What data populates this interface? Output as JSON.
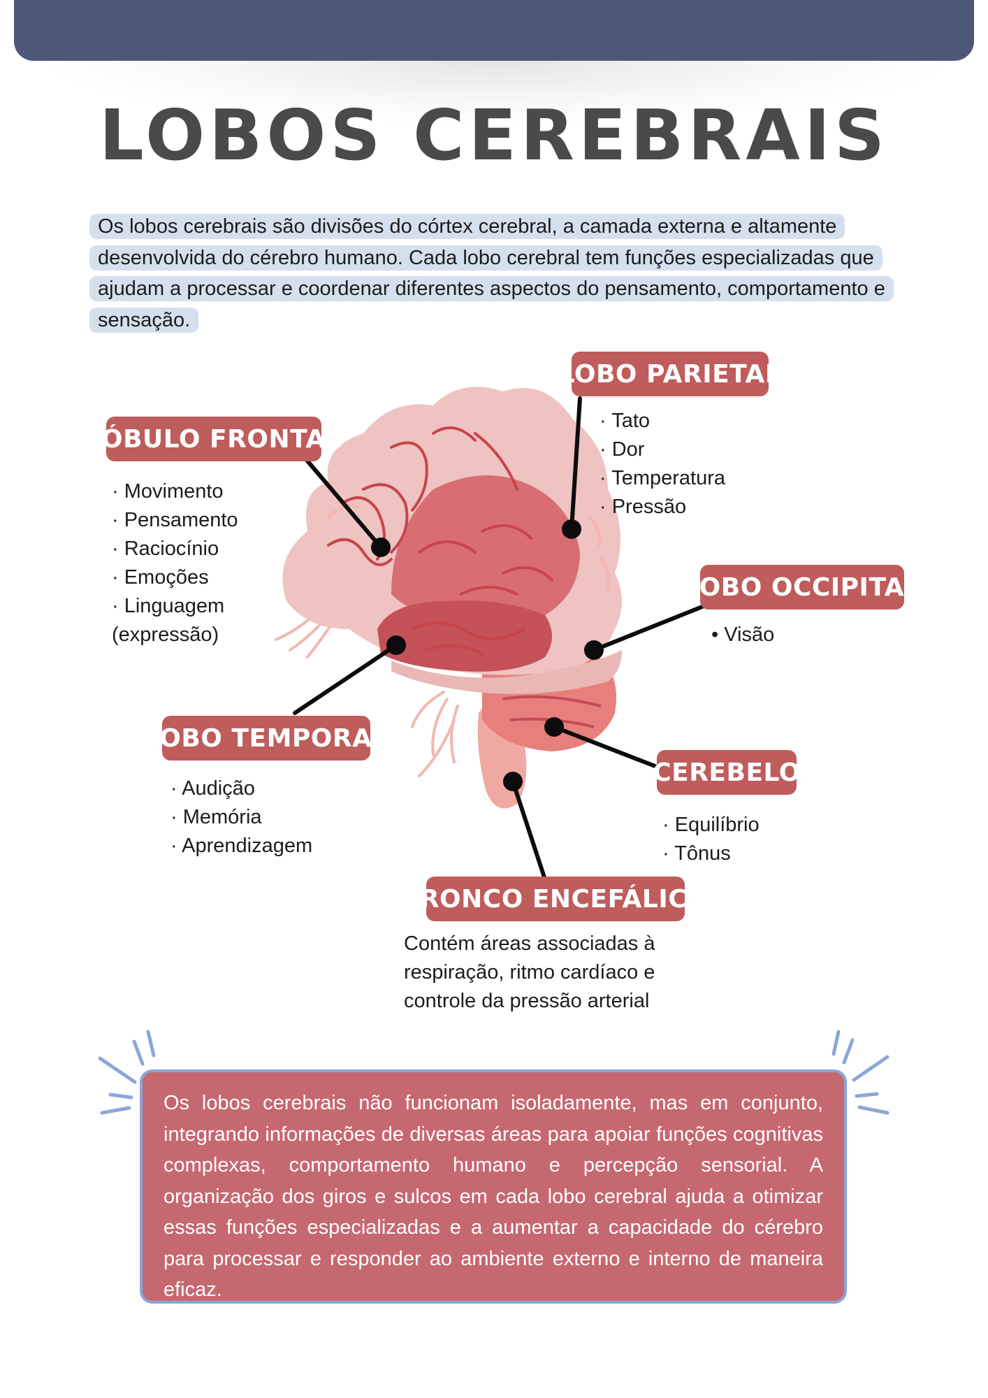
{
  "title": "LOBOS CEREBRAIS",
  "intro": "Os lobos cerebrais são divisões do córtex cerebral, a camada externa e altamente desenvolvida do cérebro humano. Cada lobo cerebral tem funções especializadas que ajudam a processar e coordenar diferentes aspectos do pensamento, comportamento e sensação.",
  "lobes": {
    "frontal": {
      "label": "LÓBULO FRONTAL",
      "items": [
        "Movimento",
        "Pensamento",
        "Raciocínio",
        "Emoções",
        "Linguagem (expressão)"
      ]
    },
    "parietal": {
      "label": "LOBO PARIETAL",
      "items": [
        "Tato",
        "Dor",
        "Temperatura",
        "Pressão"
      ]
    },
    "occipital": {
      "label": "LOBO OCCIPITAL",
      "items": [
        "Visão"
      ]
    },
    "temporal": {
      "label": "LOBO TEMPORAL",
      "items": [
        "Audição",
        "Memória",
        "Aprendizagem"
      ]
    },
    "cerebelo": {
      "label": "CEREBELO",
      "items": [
        "Equilíbrio",
        "Tônus"
      ]
    },
    "tronco": {
      "label": "TRONCO ENCEFÁLICO",
      "description": "Contém áreas associadas à respiração, ritmo cardíaco e controle da pressão arterial"
    }
  },
  "summary": "Os lobos cerebrais não funcionam isoladamente, mas em conjunto, integrando informações de diversas áreas para apoiar funções cognitivas complexas, comportamento humano e percepção sensorial. A organização dos giros e sulcos em cada lobo cerebral ajuda a otimizar essas funções especializadas e a aumentar a capacidade do cérebro para processar e responder ao ambiente externo e interno de maneira eficaz.",
  "colors": {
    "header": "#4d5778",
    "label": "#bf5c5c",
    "intro_highlight": "#d5e0ee",
    "summary_box": "#c6686f",
    "summary_border": "#8ba5d8"
  }
}
